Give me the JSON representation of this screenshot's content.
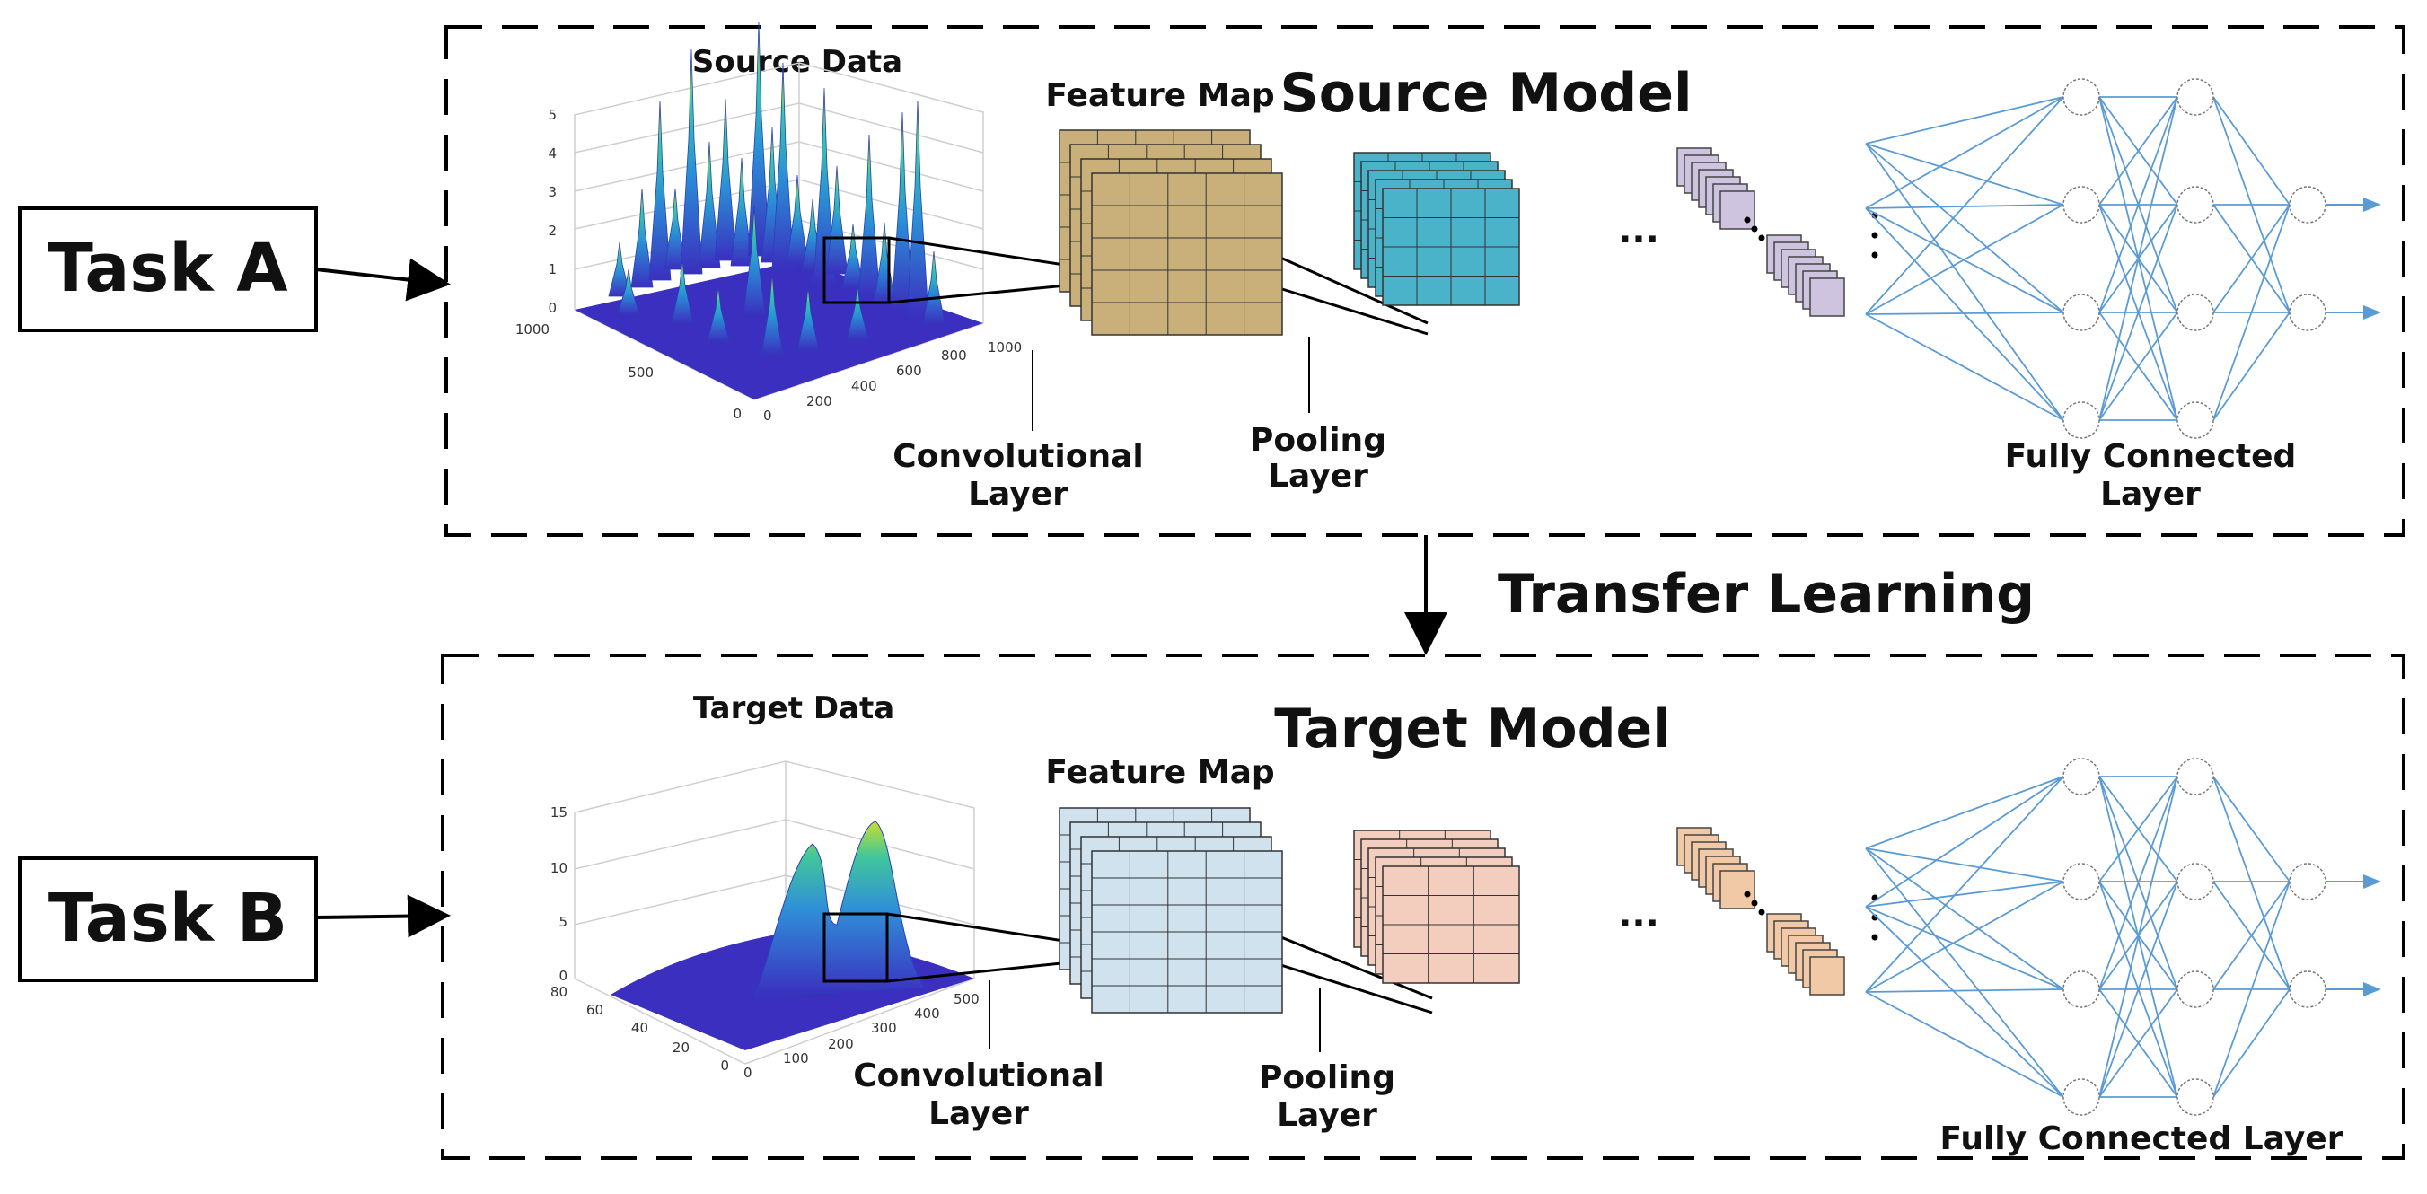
{
  "tasks": {
    "a": "Task A",
    "b": "Task B"
  },
  "transfer": {
    "label": "Transfer Learning"
  },
  "source": {
    "title": "Source Model",
    "data_label": "Source Data",
    "feature_map": "Feature Map",
    "conv_label": [
      "Convolutional",
      "Layer"
    ],
    "pool_label": [
      "Pooling",
      "Layer"
    ],
    "fc_label": [
      "Fully Connected",
      "Layer"
    ],
    "z_ticks": [
      "0",
      "1",
      "2",
      "3",
      "4",
      "5"
    ],
    "y_ticks": [
      "1000",
      "500",
      "0"
    ],
    "x_ticks": [
      "0",
      "200",
      "400",
      "600",
      "800",
      "1000"
    ]
  },
  "target": {
    "title": "Target Model",
    "data_label": "Target Data",
    "feature_map": "Feature Map",
    "conv_label": [
      "Convolutional",
      "Layer"
    ],
    "pool_label": [
      "Pooling",
      "Layer"
    ],
    "fc_label": [
      "Fully Connected Layer"
    ],
    "z_ticks": [
      "0",
      "5",
      "10",
      "15"
    ],
    "y_ticks": [
      "80",
      "60",
      "40",
      "20",
      "0"
    ],
    "x_ticks": [
      "0",
      "100",
      "200",
      "300",
      "400",
      "500"
    ]
  },
  "ellipsis": "...",
  "colors": {
    "source_feature": "#c9b07a",
    "source_pool": "#4bb3c9",
    "source_small": "#cfc4e0",
    "target_feature": "#cfe2ee",
    "target_pool": "#f3cdbe",
    "target_small": "#f2c9a6",
    "fc_line": "#5b9bd5",
    "surface_low": "#3b2fbf",
    "surface_high": "#d8e020"
  }
}
